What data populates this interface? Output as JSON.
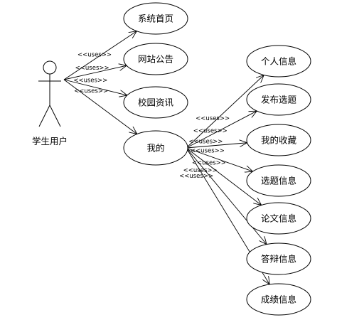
{
  "actor": {
    "name": "学生用户"
  },
  "stereotype": "<<uses>>",
  "colors": {
    "stroke": "#000000",
    "background": "#ffffff"
  },
  "use_cases": [
    {
      "id": "home",
      "label": "系统首页"
    },
    {
      "id": "notice",
      "label": "网站公告"
    },
    {
      "id": "news",
      "label": "校园资讯"
    },
    {
      "id": "mine",
      "label": "我的"
    },
    {
      "id": "profile",
      "label": "个人信息"
    },
    {
      "id": "publish",
      "label": "发布选题"
    },
    {
      "id": "favorites",
      "label": "我的收藏"
    },
    {
      "id": "selection",
      "label": "选题信息"
    },
    {
      "id": "thesis",
      "label": "论文信息"
    },
    {
      "id": "defense",
      "label": "答辩信息"
    },
    {
      "id": "grades",
      "label": "成绩信息"
    }
  ],
  "relations": [
    {
      "from": "actor",
      "to": "home"
    },
    {
      "from": "actor",
      "to": "notice"
    },
    {
      "from": "actor",
      "to": "news"
    },
    {
      "from": "actor",
      "to": "mine"
    },
    {
      "from": "mine",
      "to": "profile"
    },
    {
      "from": "mine",
      "to": "publish"
    },
    {
      "from": "mine",
      "to": "favorites"
    },
    {
      "from": "mine",
      "to": "selection"
    },
    {
      "from": "mine",
      "to": "thesis"
    },
    {
      "from": "mine",
      "to": "defense"
    },
    {
      "from": "mine",
      "to": "grades"
    }
  ]
}
